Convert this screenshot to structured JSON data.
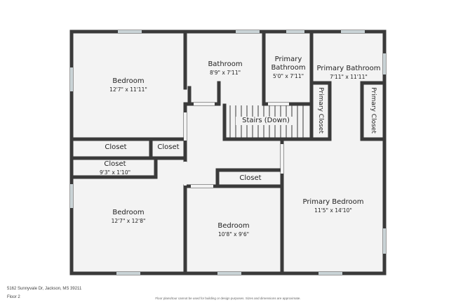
{
  "rooms": {
    "bedroom1": {
      "name": "Bedroom",
      "dims": "12'7\" x 11'11\""
    },
    "bathroom": {
      "name": "Bathroom",
      "dims": "8'9\" x 7'11\""
    },
    "primary_bathroom_small": {
      "name_line1": "Primary",
      "name_line2": "Bathroom",
      "dims": "5'0\" x 7'11\""
    },
    "primary_bathroom": {
      "name": "Primary Bathroom",
      "dims": "7'11\" x 11'11\""
    },
    "stairs": {
      "name": "Stairs (Down)"
    },
    "primary_closet_left": {
      "name": "Primary Closet"
    },
    "primary_closet_right": {
      "name": "Primary Closet"
    },
    "closet_a": {
      "name": "Closet"
    },
    "closet_b": {
      "name": "Closet"
    },
    "closet_c": {
      "name": "Closet",
      "dims": "9'3\" x 1'10\""
    },
    "closet_d": {
      "name": "Closet"
    },
    "bedroom2": {
      "name": "Bedroom",
      "dims": "12'7\" x 12'8\""
    },
    "bedroom3": {
      "name": "Bedroom",
      "dims": "10'8\" x 9'6\""
    },
    "primary_bedroom": {
      "name": "Primary Bedroom",
      "dims": "11'5\" x 14'10\""
    }
  },
  "footer": {
    "address": "5162 Sunnyvale Dr, Jackson, MS 39211",
    "floor": "Floor 2",
    "disclaimer": "Floor plans/tour cannot be used for building or design purposes. Sizes and dimensions are approximate."
  },
  "colors": {
    "wall": "#3a3a3a",
    "floor": "#f3f3f3",
    "window": "#c9d3d6"
  }
}
